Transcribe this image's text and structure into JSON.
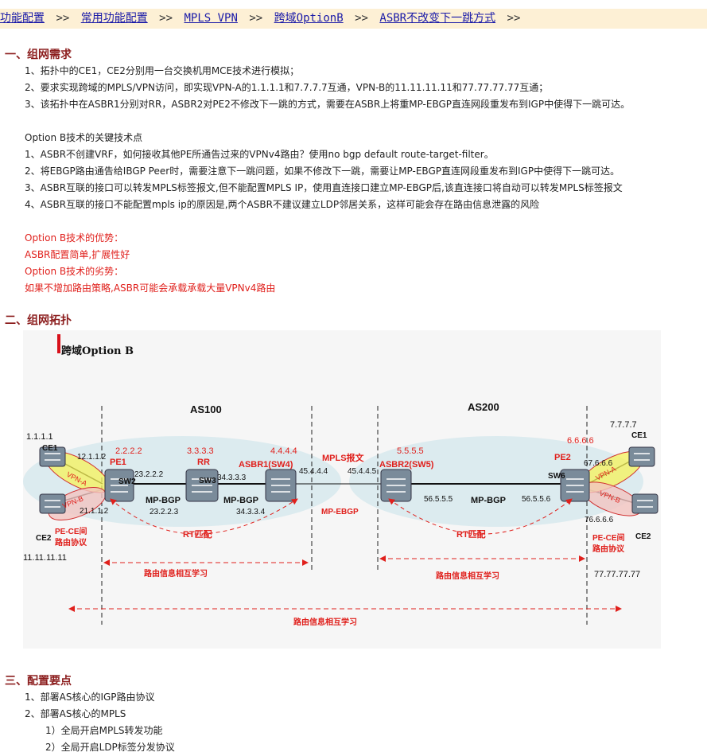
{
  "breadcrumb": {
    "items": [
      "功能配置",
      "常用功能配置",
      "MPLS VPN",
      "跨域OptionB",
      "ASBR不改变下一跳方式"
    ],
    "separator": ">>"
  },
  "section1": {
    "title": "一、组网需求",
    "lines": [
      "1、拓扑中的CE1，CE2分别用一台交换机用MCE技术进行模拟；",
      "2、要求实现跨域的MPLS/VPN访问，即实现VPN-A的1.1.1.1和7.7.7.7互通，VPN-B的11.11.11.11和77.77.77.77互通；",
      "3、该拓扑中在ASBR1分别对RR，ASBR2对PE2不修改下一跳的方式，需要在ASBR上将重MP-EBGP直连网段重发布到IGP中使得下一跳可达。"
    ],
    "key_title": "Option B技术的关键技术点",
    "key_lines": [
      "1、ASBR不创建VRF，如何接收其他PE所通告过来的VPNv4路由？使用no bgp default route-target-filter。",
      "2、将EBGP路由通告给IBGP Peer时，需要注意下一跳问题，如果不修改下一跳，需要让MP-EBGP直连网段重发布到IGP中使得下一跳可达。",
      "3、ASBR互联的接口可以转发MPLS标签报文,但不能配置MPLS IP，使用直连接口建立MP-EBGP后,该直连接口将自动可以转发MPLS标签报文",
      "4、ASBR互联的接口不能配置mpls ip的原因是,两个ASBR不建议建立LDP邻居关系，这样可能会存在路由信息泄露的风险"
    ],
    "red_lines": [
      "Option B技术的优势：",
      "ASBR配置简单,扩展性好",
      "Option B技术的劣势：",
      "如果不增加路由策略,ASBR可能会承载承载大量VPNv4路由"
    ]
  },
  "section2": {
    "title": "二、组网拓扑"
  },
  "diagram": {
    "title": "跨域Option B",
    "as100": "AS100",
    "as200": "AS200",
    "labels": {
      "ce1_left_ip": "1.1.1.1",
      "ce1_left": "CE1",
      "ce2_left": "CE2",
      "ce2_left_ip": "11.11.11.11",
      "pe1_ip": "2.2.2.2",
      "pe1": "PE1",
      "sw2": "SW2",
      "rr_ip": "3.3.3.3",
      "rr": "RR",
      "sw3": "SW3",
      "asbr1_ip": "4.4.4.4",
      "asbr1": "ASBR1(SW4)",
      "asbr2_ip": "5.5.5.5",
      "asbr2": "ASBR2(SW5)",
      "pe2_ip": "6.6.6.6",
      "pe2": "PE2",
      "sw6": "SW6",
      "ce1_right_ip": "7.7.7.7",
      "ce1_right": "CE1",
      "ce2_right": "CE2",
      "ce2_right_ip": "77.77.77.77",
      "l_12_1_1_2": "12.1.1.2",
      "l_21_1_1_2": "21.1.1.2",
      "l_23_2_2_2": "23.2.2.2",
      "l_23_2_2_3": "23.2.2.3",
      "l_34_3_3_3": "34.3.3.3",
      "l_34_3_3_4": "34.3.3.4",
      "l_45_4_4_4": "45.4.4.4",
      "l_45_4_4_5": "45.4.4.5",
      "l_56_5_5_5": "56.5.5.5",
      "l_56_5_5_6": "56.5.5.6",
      "l_67_6_6_6": "67.6.6.6",
      "l_76_6_6_6": "76.6.6.6",
      "mpbgp1": "MP-BGP",
      "mpbgp2": "MP-BGP",
      "mpbgp3": "MP-BGP",
      "mpls_pkt": "MPLS报文",
      "mp_ebgp": "MP-EBGP",
      "rt1": "RT匹配",
      "rt2": "RT匹配",
      "vpna_l": "VPN-A",
      "vpnb_l": "VPN-B",
      "vpna_r": "VPN-A",
      "vpnb_r": "VPN-B",
      "pece_l1": "PE-CE间",
      "pece_l2": "路由协议",
      "pece_r1": "PE-CE间",
      "pece_r2": "路由协议",
      "learn1": "路由信息相互学习",
      "learn2": "路由信息相互学习",
      "learn3": "路由信息相互学习"
    }
  },
  "section3": {
    "title": "三、配置要点",
    "lines": [
      "1、部署AS核心的IGP路由协议",
      "2、部署AS核心的MPLS"
    ],
    "sub_lines": [
      "1）全局开启MPLS转发功能",
      "2）全局开启LDP标签分发协议"
    ]
  },
  "colors": {
    "accent_red": "#e0201c",
    "heading": "#8b1c1c",
    "link": "#1a1aa8",
    "crumb_bg": "#fdf0d5"
  }
}
